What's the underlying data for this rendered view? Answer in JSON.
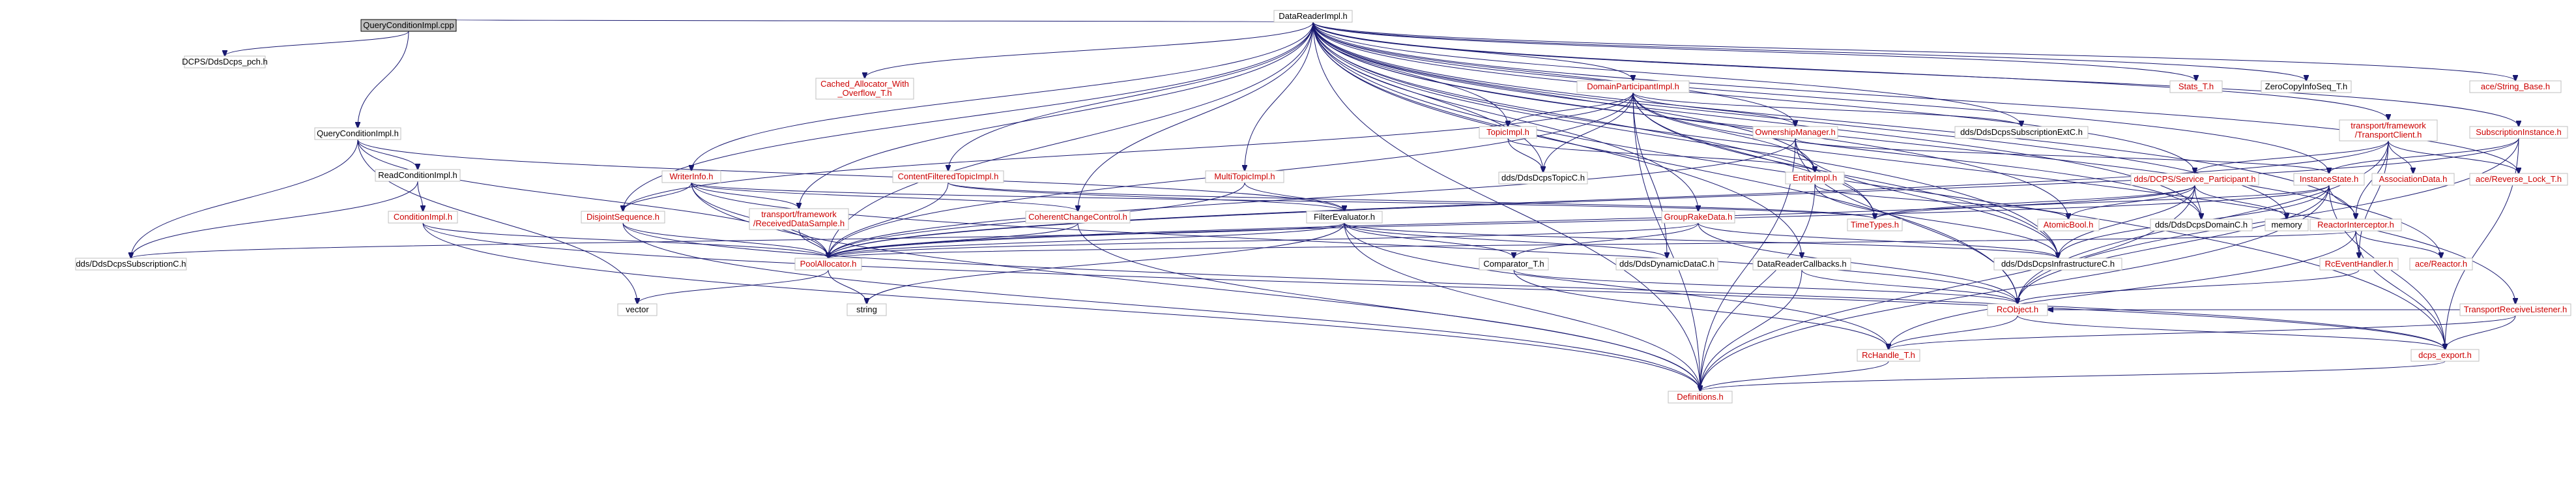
{
  "graph": {
    "colors": {
      "edge": "#191970",
      "root_fill": "#bfbfbf",
      "box_border": "#bfbfbf",
      "red_label": "#cc0000",
      "plain_label": "#000000"
    },
    "nodes": [
      {
        "id": "root",
        "label": [
          "QueryConditionImpl.cpp"
        ],
        "style": "root"
      },
      {
        "id": "ddsdcps_pch",
        "label": [
          "DCPS/DdsDcps_pch.h"
        ],
        "style": "plain"
      },
      {
        "id": "datareaderimpl",
        "label": [
          "DataReaderImpl.h"
        ],
        "style": "linked"
      },
      {
        "id": "queryconditionimpl",
        "label": [
          "QueryConditionImpl.h"
        ],
        "style": "linked"
      },
      {
        "id": "readconditionimpl",
        "label": [
          "ReadConditionImpl.h"
        ],
        "style": "linked"
      },
      {
        "id": "conditionimpl",
        "label": [
          "ConditionImpl.h"
        ],
        "style": "red"
      },
      {
        "id": "cached_allocator",
        "label": [
          "Cached_Allocator_With",
          "_Overflow_T.h"
        ],
        "style": "red"
      },
      {
        "id": "writerinfo",
        "label": [
          "WriterInfo.h"
        ],
        "style": "red"
      },
      {
        "id": "contentfilteredtopicimpl",
        "label": [
          "ContentFilteredTopicImpl.h"
        ],
        "style": "red"
      },
      {
        "id": "multitopicimpl",
        "label": [
          "MultiTopicImpl.h"
        ],
        "style": "red"
      },
      {
        "id": "topicimpl",
        "label": [
          "TopicImpl.h"
        ],
        "style": "red"
      },
      {
        "id": "domainparticipantimpl",
        "label": [
          "DomainParticipantImpl.h"
        ],
        "style": "red"
      },
      {
        "id": "ownershipmanager",
        "label": [
          "OwnershipManager.h"
        ],
        "style": "red"
      },
      {
        "id": "subscriptionextc",
        "label": [
          "dds/DdsDcpsSubscriptionExtC.h"
        ],
        "style": "plain"
      },
      {
        "id": "stats_t",
        "label": [
          "Stats_T.h"
        ],
        "style": "red"
      },
      {
        "id": "zerocopyinfoseq",
        "label": [
          "ZeroCopyInfoSeq_T.h"
        ],
        "style": "linked"
      },
      {
        "id": "string_base",
        "label": [
          "ace/String_Base.h"
        ],
        "style": "red"
      },
      {
        "id": "transportclient",
        "label": [
          "transport/framework",
          "/TransportClient.h"
        ],
        "style": "red"
      },
      {
        "id": "subscriptioninstance",
        "label": [
          "SubscriptionInstance.h"
        ],
        "style": "red"
      },
      {
        "id": "disjointsequence",
        "label": [
          "DisjointSequence.h"
        ],
        "style": "red"
      },
      {
        "id": "receiveddatasample",
        "label": [
          "transport/framework",
          "/ReceivedDataSample.h"
        ],
        "style": "red"
      },
      {
        "id": "coherentchangecontrol",
        "label": [
          "CoherentChangeControl.h"
        ],
        "style": "red"
      },
      {
        "id": "filterevaluator",
        "label": [
          "FilterEvaluator.h"
        ],
        "style": "linked"
      },
      {
        "id": "groupraketdata",
        "label": [
          "GroupRakeData.h"
        ],
        "style": "red"
      },
      {
        "id": "ddsdcpstopicc",
        "label": [
          "dds/DdsDcpsTopicC.h"
        ],
        "style": "plain"
      },
      {
        "id": "entityimpl",
        "label": [
          "EntityImpl.h"
        ],
        "style": "red"
      },
      {
        "id": "timetypes",
        "label": [
          "TimeTypes.h"
        ],
        "style": "red"
      },
      {
        "id": "service_participant",
        "label": [
          "dds/DCPS/Service_Participant.h"
        ],
        "style": "red"
      },
      {
        "id": "instancestate",
        "label": [
          "InstanceState.h"
        ],
        "style": "red"
      },
      {
        "id": "associationdata",
        "label": [
          "AssociationData.h"
        ],
        "style": "red"
      },
      {
        "id": "reverse_lock",
        "label": [
          "ace/Reverse_Lock_T.h"
        ],
        "style": "red"
      },
      {
        "id": "atomicbool",
        "label": [
          "AtomicBool.h"
        ],
        "style": "red"
      },
      {
        "id": "domainc",
        "label": [
          "dds/DdsDcpsDomainC.h"
        ],
        "style": "plain"
      },
      {
        "id": "memory",
        "label": [
          "memory"
        ],
        "style": "plain"
      },
      {
        "id": "reactorinterceptor",
        "label": [
          "ReactorInterceptor.h"
        ],
        "style": "red"
      },
      {
        "id": "subscriptionc",
        "label": [
          "dds/DdsDcpsSubscriptionC.h"
        ],
        "style": "plain"
      },
      {
        "id": "poolallocator",
        "label": [
          "PoolAllocator.h"
        ],
        "style": "red"
      },
      {
        "id": "comparator",
        "label": [
          "Comparator_T.h"
        ],
        "style": "linked"
      },
      {
        "id": "dynamicdatac",
        "label": [
          "dds/DdsDynamicDataC.h"
        ],
        "style": "plain"
      },
      {
        "id": "datareadercallbacks",
        "label": [
          "DataReaderCallbacks.h"
        ],
        "style": "linked"
      },
      {
        "id": "infrastructurec",
        "label": [
          "dds/DdsDcpsInfrastructureC.h"
        ],
        "style": "plain"
      },
      {
        "id": "rceventhandler",
        "label": [
          "RcEventHandler.h"
        ],
        "style": "red"
      },
      {
        "id": "ace_reactor",
        "label": [
          "ace/Reactor.h"
        ],
        "style": "red"
      },
      {
        "id": "transportreceivelistener",
        "label": [
          "TransportReceiveListener.h"
        ],
        "style": "red"
      },
      {
        "id": "vector",
        "label": [
          "vector"
        ],
        "style": "plain"
      },
      {
        "id": "string",
        "label": [
          "string"
        ],
        "style": "plain"
      },
      {
        "id": "rcobject",
        "label": [
          "RcObject.h"
        ],
        "style": "red"
      },
      {
        "id": "rchandle",
        "label": [
          "RcHandle_T.h"
        ],
        "style": "red"
      },
      {
        "id": "dcps_export",
        "label": [
          "dcps_export.h"
        ],
        "style": "red"
      },
      {
        "id": "definitions",
        "label": [
          "Definitions.h"
        ],
        "style": "red"
      }
    ],
    "edges": [
      [
        "root",
        "ddsdcps_pch"
      ],
      [
        "root",
        "datareaderimpl"
      ],
      [
        "root",
        "queryconditionimpl"
      ],
      [
        "queryconditionimpl",
        "readconditionimpl"
      ],
      [
        "queryconditionimpl",
        "filterevaluator"
      ],
      [
        "queryconditionimpl",
        "poolallocator"
      ],
      [
        "queryconditionimpl",
        "subscriptionc"
      ],
      [
        "queryconditionimpl",
        "vector"
      ],
      [
        "readconditionimpl",
        "conditionimpl"
      ],
      [
        "readconditionimpl",
        "subscriptionc"
      ],
      [
        "conditionimpl",
        "poolallocator"
      ],
      [
        "conditionimpl",
        "definitions"
      ],
      [
        "conditionimpl",
        "dcps_export"
      ],
      [
        "datareaderimpl",
        "cached_allocator"
      ],
      [
        "datareaderimpl",
        "writerinfo"
      ],
      [
        "datareaderimpl",
        "contentfilteredtopicimpl"
      ],
      [
        "datareaderimpl",
        "multitopicimpl"
      ],
      [
        "datareaderimpl",
        "topicimpl"
      ],
      [
        "datareaderimpl",
        "domainparticipantimpl"
      ],
      [
        "datareaderimpl",
        "ownershipmanager"
      ],
      [
        "datareaderimpl",
        "subscriptionextc"
      ],
      [
        "datareaderimpl",
        "stats_t"
      ],
      [
        "datareaderimpl",
        "zerocopyinfoseq"
      ],
      [
        "datareaderimpl",
        "string_base"
      ],
      [
        "datareaderimpl",
        "transportclient"
      ],
      [
        "datareaderimpl",
        "subscriptioninstance"
      ],
      [
        "datareaderimpl",
        "disjointsequence"
      ],
      [
        "datareaderimpl",
        "receiveddatasample"
      ],
      [
        "datareaderimpl",
        "coherentchangecontrol"
      ],
      [
        "datareaderimpl",
        "groupraketdata"
      ],
      [
        "datareaderimpl",
        "ddsdcpstopicc"
      ],
      [
        "datareaderimpl",
        "entityimpl"
      ],
      [
        "datareaderimpl",
        "timetypes"
      ],
      [
        "datareaderimpl",
        "service_participant"
      ],
      [
        "datareaderimpl",
        "instancestate"
      ],
      [
        "datareaderimpl",
        "reverse_lock"
      ],
      [
        "datareaderimpl",
        "atomicbool"
      ],
      [
        "datareaderimpl",
        "domainc"
      ],
      [
        "datareaderimpl",
        "memory"
      ],
      [
        "datareaderimpl",
        "reactorinterceptor"
      ],
      [
        "datareaderimpl",
        "poolallocator"
      ],
      [
        "datareaderimpl",
        "infrastructurec"
      ],
      [
        "datareaderimpl",
        "rcobject"
      ],
      [
        "datareaderimpl",
        "ace_reactor"
      ],
      [
        "datareaderimpl",
        "transportreceivelistener"
      ],
      [
        "datareaderimpl",
        "dcps_export"
      ],
      [
        "datareaderimpl",
        "definitions"
      ],
      [
        "datareaderimpl",
        "datareadercallbacks"
      ],
      [
        "writerinfo",
        "disjointsequence"
      ],
      [
        "writerinfo",
        "receiveddatasample"
      ],
      [
        "writerinfo",
        "coherentchangecontrol"
      ],
      [
        "writerinfo",
        "timetypes"
      ],
      [
        "writerinfo",
        "poolallocator"
      ],
      [
        "writerinfo",
        "rcobject"
      ],
      [
        "writerinfo",
        "definitions"
      ],
      [
        "contentfilteredtopicimpl",
        "filterevaluator"
      ],
      [
        "contentfilteredtopicimpl",
        "poolallocator"
      ],
      [
        "contentfilteredtopicimpl",
        "timetypes"
      ],
      [
        "multitopicimpl",
        "filterevaluator"
      ],
      [
        "multitopicimpl",
        "poolallocator"
      ],
      [
        "topicimpl",
        "ddsdcpstopicc"
      ],
      [
        "topicimpl",
        "entityimpl"
      ],
      [
        "domainparticipantimpl",
        "topicimpl"
      ],
      [
        "domainparticipantimpl",
        "ownershipmanager"
      ],
      [
        "domainparticipantimpl",
        "ddsdcpstopicc"
      ],
      [
        "domainparticipantimpl",
        "entityimpl"
      ],
      [
        "domainparticipantimpl",
        "timetypes"
      ],
      [
        "domainparticipantimpl",
        "disjointsequence"
      ],
      [
        "domainparticipantimpl",
        "poolallocator"
      ],
      [
        "domainparticipantimpl",
        "subscriptionextc"
      ],
      [
        "domainparticipantimpl",
        "domainc"
      ],
      [
        "domainparticipantimpl",
        "infrastructurec"
      ],
      [
        "domainparticipantimpl",
        "dynamicdatac"
      ],
      [
        "domainparticipantimpl",
        "definitions"
      ],
      [
        "ownershipmanager",
        "instancestate"
      ],
      [
        "ownershipmanager",
        "poolallocator"
      ],
      [
        "ownershipmanager",
        "infrastructurec"
      ],
      [
        "ownershipmanager",
        "rcobject"
      ],
      [
        "ownershipmanager",
        "definitions"
      ],
      [
        "transportclient",
        "associationdata"
      ],
      [
        "transportclient",
        "service_participant"
      ],
      [
        "transportclient",
        "reverse_lock"
      ],
      [
        "transportclient",
        "reactorinterceptor"
      ],
      [
        "transportclient",
        "rceventhandler"
      ],
      [
        "transportclient",
        "poolallocator"
      ],
      [
        "transportclient",
        "rcobject"
      ],
      [
        "subscriptioninstance",
        "instancestate"
      ],
      [
        "subscriptioninstance",
        "rcobject"
      ],
      [
        "subscriptioninstance",
        "poolallocator"
      ],
      [
        "subscriptioninstance",
        "dcps_export"
      ],
      [
        "disjointsequence",
        "poolallocator"
      ],
      [
        "disjointsequence",
        "dcps_export"
      ],
      [
        "disjointsequence",
        "definitions"
      ],
      [
        "receiveddatasample",
        "poolallocator"
      ],
      [
        "coherentchangecontrol",
        "poolallocator"
      ],
      [
        "coherentchangecontrol",
        "definitions"
      ],
      [
        "filterevaluator",
        "poolallocator"
      ],
      [
        "filterevaluator",
        "comparator"
      ],
      [
        "filterevaluator",
        "dynamicdatac"
      ],
      [
        "filterevaluator",
        "infrastructurec"
      ],
      [
        "filterevaluator",
        "subscriptionc"
      ],
      [
        "filterevaluator",
        "string"
      ],
      [
        "filterevaluator",
        "rchandle"
      ],
      [
        "filterevaluator",
        "definitions"
      ],
      [
        "groupraketdata",
        "comparator"
      ],
      [
        "groupraketdata",
        "poolallocator"
      ],
      [
        "groupraketdata",
        "rcobject"
      ],
      [
        "groupraketdata",
        "infrastructurec"
      ],
      [
        "entityimpl",
        "atomicbool"
      ],
      [
        "entityimpl",
        "infrastructurec"
      ],
      [
        "entityimpl",
        "definitions"
      ],
      [
        "service_participant",
        "atomicbool"
      ],
      [
        "service_participant",
        "domainc"
      ],
      [
        "service_participant",
        "memory"
      ],
      [
        "service_participant",
        "poolallocator"
      ],
      [
        "service_participant",
        "infrastructurec"
      ],
      [
        "service_participant",
        "definitions"
      ],
      [
        "service_participant",
        "timetypes"
      ],
      [
        "instancestate",
        "timetypes"
      ],
      [
        "instancestate",
        "reactorinterceptor"
      ],
      [
        "instancestate",
        "rcobject"
      ],
      [
        "instancestate",
        "dcps_export"
      ],
      [
        "instancestate",
        "definitions"
      ],
      [
        "instancestate",
        "infrastructurec"
      ],
      [
        "instancestate",
        "poolallocator"
      ],
      [
        "reactorinterceptor",
        "rceventhandler"
      ],
      [
        "reactorinterceptor",
        "ace_reactor"
      ],
      [
        "reactorinterceptor",
        "rchandle"
      ],
      [
        "reactorinterceptor",
        "dcps_export"
      ],
      [
        "reactorinterceptor",
        "poolallocator"
      ],
      [
        "poolallocator",
        "vector"
      ],
      [
        "poolallocator",
        "string"
      ],
      [
        "comparator",
        "rcobject"
      ],
      [
        "comparator",
        "rchandle"
      ],
      [
        "datareadercallbacks",
        "rcobject"
      ],
      [
        "datareadercallbacks",
        "definitions"
      ],
      [
        "rceventhandler",
        "rcobject"
      ],
      [
        "transportreceivelistener",
        "rcobject"
      ],
      [
        "transportreceivelistener",
        "dcps_export"
      ],
      [
        "transportreceivelistener",
        "rchandle"
      ],
      [
        "rcobject",
        "rchandle"
      ],
      [
        "rcobject",
        "dcps_export"
      ],
      [
        "rchandle",
        "definitions"
      ],
      [
        "dcps_export",
        "definitions"
      ]
    ]
  }
}
